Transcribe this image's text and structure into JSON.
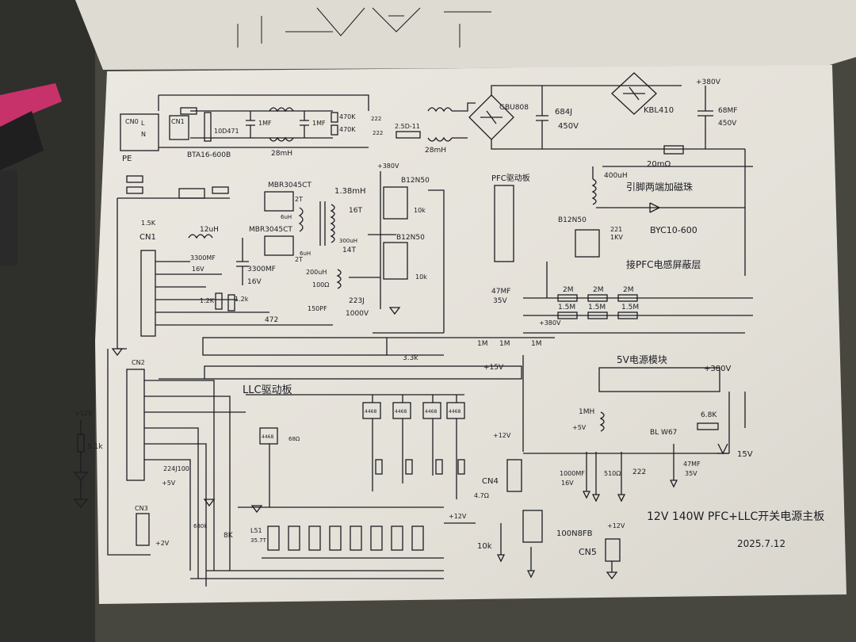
{
  "title": "12V 140W PFC+LLC开关电源主板",
  "date": "2025.7.12",
  "blocks": {
    "llc_driver": "LLC驱动板",
    "pfc_driver": "PFC驱动板",
    "psu_5v": "5V电源模块",
    "pfc_shield": "接PFC电感屏蔽层",
    "pin_core": "引脚两端加磁珠"
  },
  "connectors": [
    "CN0",
    "CN1",
    "CN2",
    "CN3",
    "CN4",
    "CN5"
  ],
  "rails": {
    "hv": "+380V",
    "v12": "+12V",
    "v15": "+15V",
    "v5": "+5V",
    "v2": "+2V"
  },
  "parts": {
    "bridge1": "GBU808",
    "bridge2": "KBL410",
    "triac": "BTA16-600B",
    "varistor": "10D471",
    "cap_x1": "1MF",
    "cap_x2": "1MF",
    "choke1": "28mH",
    "choke2": "28mH",
    "r_470k_a": "470K",
    "r_470k_b": "470K",
    "cap_222_a": "222",
    "cap_222_b": "222",
    "ntc": "2.5D-11",
    "cap_684j": "684J",
    "cap_684j_v": "450V",
    "cap_68uf": "68MF",
    "cap_68uf_v": "450V",
    "r_20m": "20mΩ",
    "diode_mbr1": "MBR3045CT",
    "diode_mbr2": "MBR3045CT",
    "ind_138": "1.38mH",
    "winding_16t": "16T",
    "winding_14t": "14T",
    "winding_2t_a": "2T",
    "winding_2t_b": "2T",
    "ind_6uh_a": "6uH",
    "ind_6uh_b": "6uH",
    "mos_q1": "B12N50",
    "mos_q2": "B12N50",
    "mos_q3": "B12N50",
    "r_10k_a": "10k",
    "r_10k_b": "10k",
    "ind_12uh": "12uH",
    "cap_3300_a": "3300MF",
    "cap_3300_a_v": "16V",
    "cap_3300_b": "3300MF",
    "cap_3300_b_v": "16V",
    "ind_200uh": "200uH",
    "ind_300uh": "300uH",
    "r_100": "100Ω",
    "cap_150pf": "150PF",
    "cap_223j": "223J",
    "cap_223j_v": "1000V",
    "r_12k": "1.2K",
    "r_12k_b": "1.2k",
    "cap_472": "472",
    "r_15k": "1.5K",
    "ind_400uh": "400uH",
    "diode_byc": "BYC10-600",
    "cap_221": "221",
    "cap_221_v": "1KV",
    "r_2m_a": "2M",
    "r_2m_b": "2M",
    "r_2m_c": "2M",
    "r_15m_a": "1.5M",
    "r_15m_b": "1.5M",
    "r_15m_c": "1.5M",
    "r_1m_a": "1M",
    "r_1m_b": "1M",
    "r_1m_c": "1M",
    "r_33k": "3.3k",
    "cap_47uf": "47MF",
    "cap_47uf_v": "35V",
    "r_47": "4.7Ω",
    "opto_1": "4468",
    "opto_2": "4468",
    "opto_3": "4468",
    "opto_4": "4468",
    "opto_5": "4468",
    "r_51k": "5.1k",
    "cap_224j": "224J100",
    "r_680k": "680k",
    "ind_1mh": "1MH",
    "r_68k": "6.8K",
    "q_bl": "BL W67",
    "zener_15v": "15V",
    "cap_1000uf": "1000MF",
    "cap_1000uf_v": "16V",
    "r_510": "510Ω",
    "cap_222_c": "222",
    "cap_47uf_b": "47MF",
    "cap_47uf_b_v": "35V",
    "mos_100n": "100N8FB",
    "r_10k_c": "10k",
    "ind_l51": "L51",
    "ind_l51_val": "35.7T",
    "r_8k": "8K",
    "r_68r": "68Ω"
  },
  "colors": {
    "paper": "#e7e4dc",
    "ink": "#1c1c22",
    "desk": "#4b4a45",
    "pen": "#c8326a"
  }
}
